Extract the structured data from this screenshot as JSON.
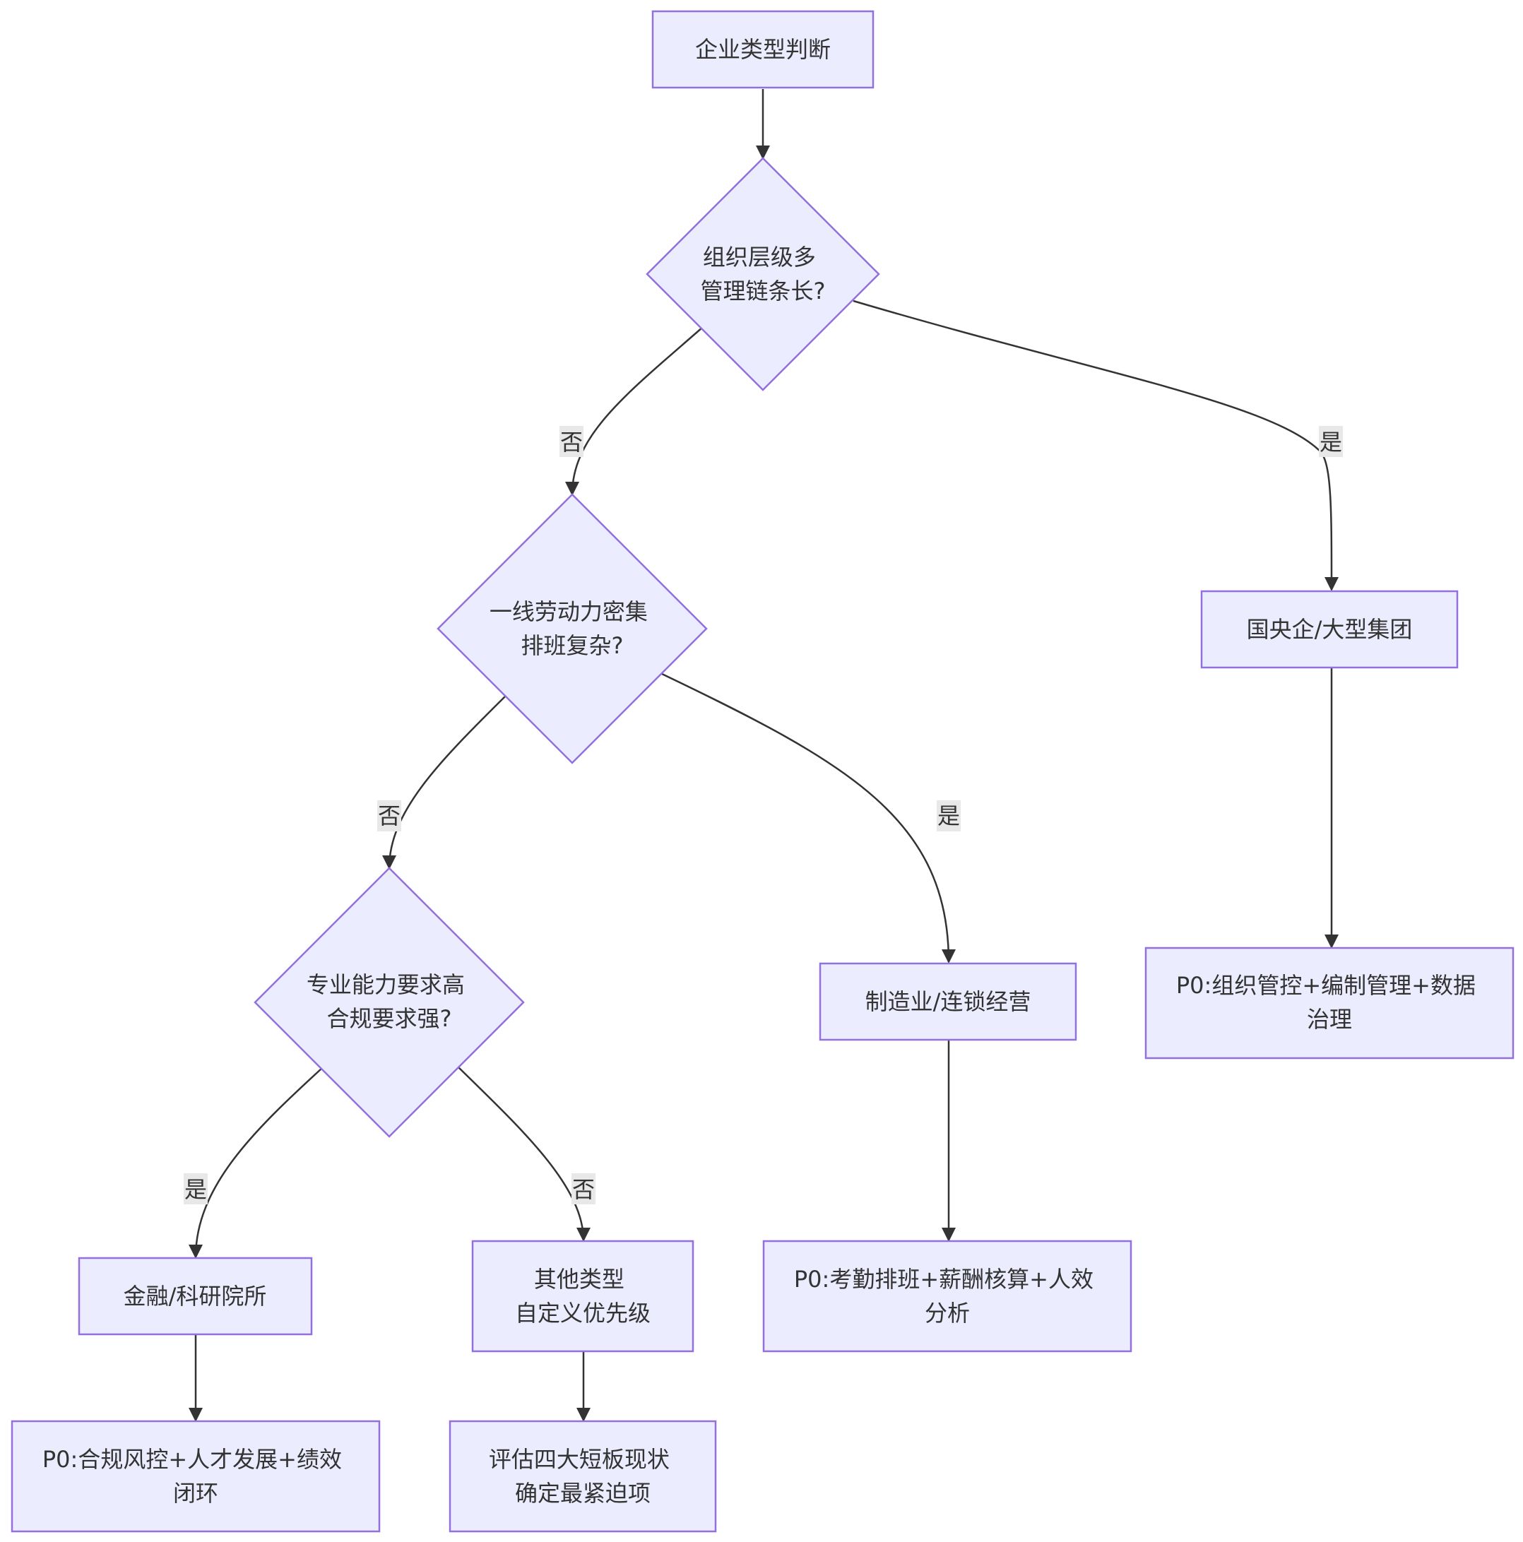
{
  "nodes": {
    "start": {
      "lines": [
        "企业类型判断"
      ]
    },
    "q1": {
      "lines": [
        "组织层级多",
        "管理链条长?"
      ]
    },
    "q2": {
      "lines": [
        "一线劳动力密集",
        "排班复杂?"
      ]
    },
    "q3": {
      "lines": [
        "专业能力要求高",
        "合规要求强?"
      ]
    },
    "state_owned": {
      "lines": [
        "国央企/大型集团"
      ]
    },
    "state_owned_p0": {
      "lines": [
        "P0:组织管控+编制管理+数据",
        "治理"
      ]
    },
    "manufacturing": {
      "lines": [
        "制造业/连锁经营"
      ]
    },
    "manufacturing_p0": {
      "lines": [
        "P0:考勤排班+薪酬核算+人效",
        "分析"
      ]
    },
    "finance": {
      "lines": [
        "金融/科研院所"
      ]
    },
    "finance_p0": {
      "lines": [
        "P0:合规风控+人才发展+绩效",
        "闭环"
      ]
    },
    "other": {
      "lines": [
        "其他类型",
        "自定义优先级"
      ]
    },
    "other_eval": {
      "lines": [
        "评估四大短板现状",
        "确定最紧迫项"
      ]
    }
  },
  "edges": {
    "q1_yes": "是",
    "q1_no": "否",
    "q2_yes": "是",
    "q2_no": "否",
    "q3_yes": "是",
    "q3_no": "否"
  },
  "colors": {
    "node_fill": "#ECECFF",
    "node_stroke": "#9370DB",
    "edge": "#333333",
    "text": "#333333",
    "label_bg": "#e8e8e8"
  }
}
